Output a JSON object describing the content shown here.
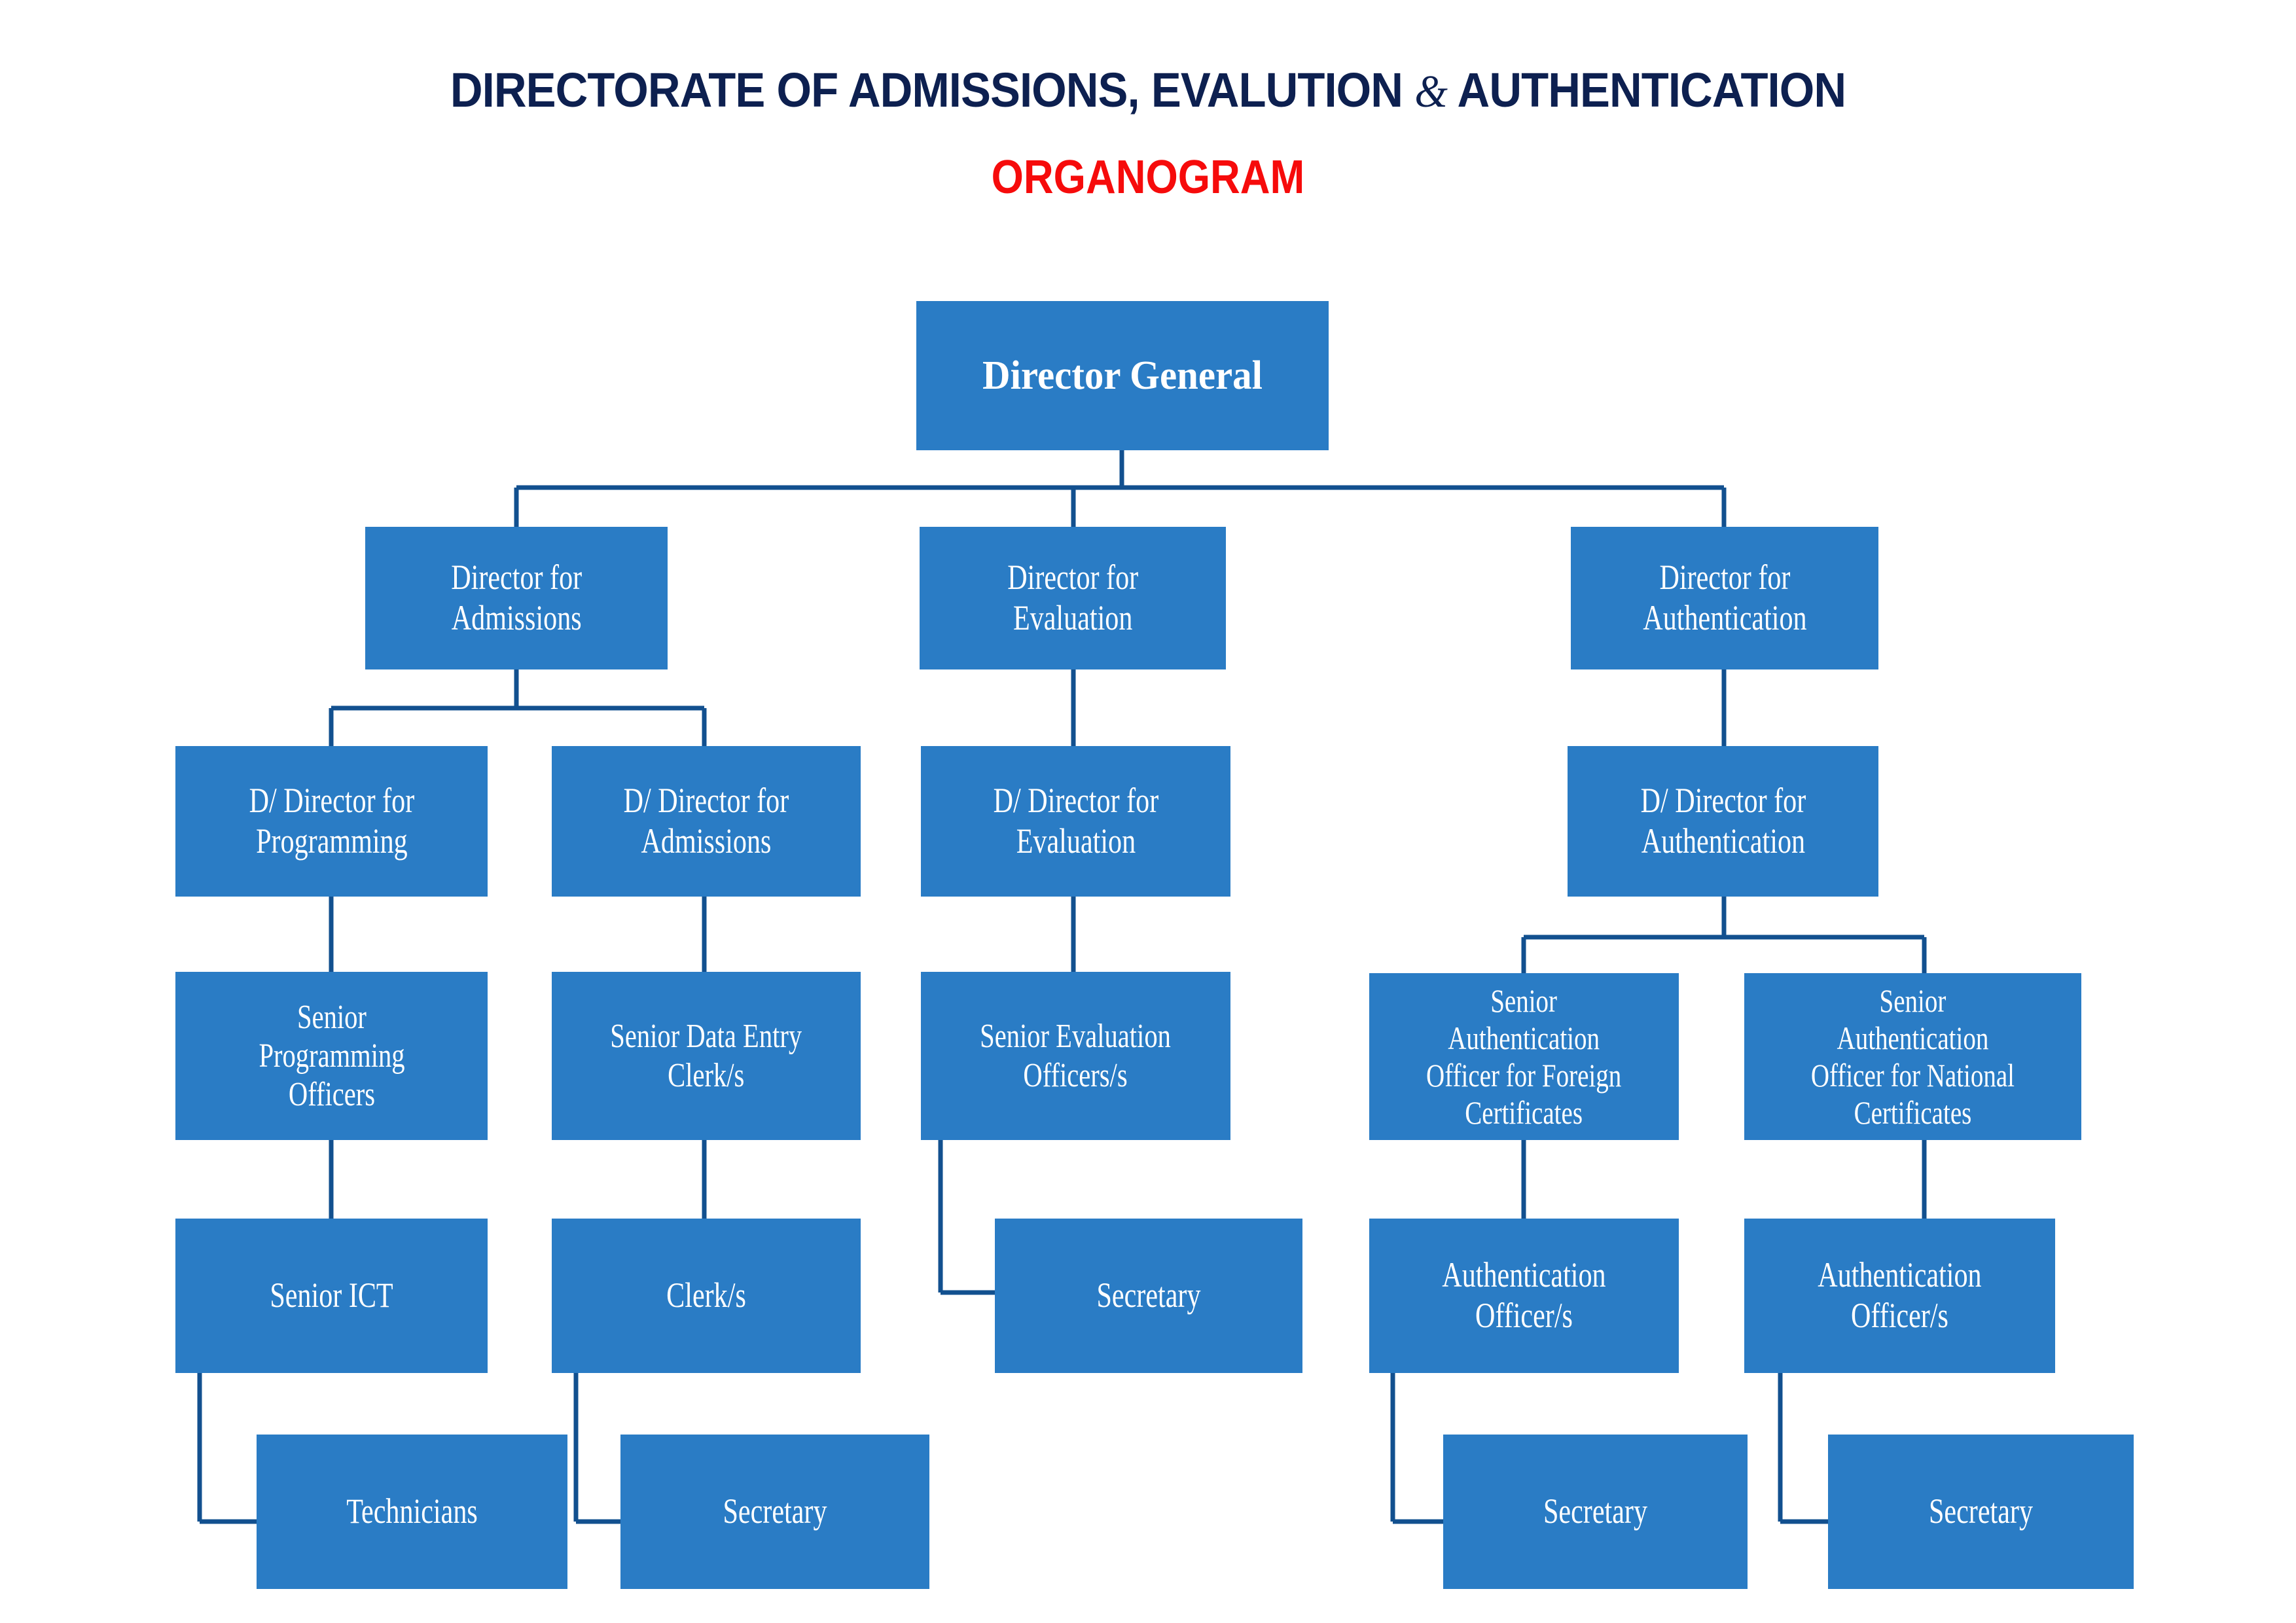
{
  "header": {
    "title_prefix": "DIRECTORATE OF ADMISSIONS, EVALUTION ",
    "title_amp": "&",
    "title_suffix": " AUTHENTICATION",
    "subtitle": "ORGANOGRAM",
    "title_color": "#0d2050",
    "subtitle_color": "#f60b0b"
  },
  "style": {
    "box_fill": "#2a7cc5",
    "box_text": "#ffffff",
    "connector": "#12508f",
    "background": "#ffffff"
  },
  "chart_data": {
    "type": "diagram",
    "title": "DIRECTORATE OF ADMISSIONS, EVALUTION & AUTHENTICATION ORGANOGRAM",
    "orientation": "top-down",
    "nodes": [
      {
        "id": "dg",
        "label": "Director General",
        "level": 1,
        "parent": null
      },
      {
        "id": "d_adm",
        "label": "Director for Admissions",
        "level": 2,
        "parent": "dg"
      },
      {
        "id": "d_eva",
        "label": "Director for Evaluation",
        "level": 2,
        "parent": "dg"
      },
      {
        "id": "d_aut",
        "label": "Director for Authentication",
        "level": 2,
        "parent": "dg"
      },
      {
        "id": "dd_prog",
        "label": "D/ Director for Programming",
        "level": 3,
        "parent": "d_adm"
      },
      {
        "id": "dd_adm",
        "label": "D/ Director for Admissions",
        "level": 3,
        "parent": "d_adm"
      },
      {
        "id": "dd_eva",
        "label": "D/ Director for Evaluation",
        "level": 3,
        "parent": "d_eva"
      },
      {
        "id": "dd_aut",
        "label": "D/ Director for Authentication",
        "level": 3,
        "parent": "d_aut"
      },
      {
        "id": "sr_prog",
        "label": "Senior Programming Officers",
        "level": 4,
        "parent": "dd_prog"
      },
      {
        "id": "sr_data",
        "label": "Senior Data Entry Clerk/s",
        "level": 4,
        "parent": "dd_adm"
      },
      {
        "id": "sr_eva",
        "label": "Senior Evaluation Officers/s",
        "level": 4,
        "parent": "dd_eva"
      },
      {
        "id": "sr_af",
        "label": "Senior Authentication Officer for Foreign Certificates",
        "level": 4,
        "parent": "dd_aut"
      },
      {
        "id": "sr_an",
        "label": "Senior Authentication Officer for National Certificates",
        "level": 4,
        "parent": "dd_aut"
      },
      {
        "id": "sr_ict",
        "label": "Senior ICT",
        "level": 5,
        "parent": "sr_prog"
      },
      {
        "id": "clerks",
        "label": "Clerk/s",
        "level": 5,
        "parent": "sr_data"
      },
      {
        "id": "sec_eva",
        "label": "Secretary",
        "level": 5,
        "parent": "sr_eva"
      },
      {
        "id": "ao_f",
        "label": "Authentication Officer/s",
        "level": 5,
        "parent": "sr_af"
      },
      {
        "id": "ao_n",
        "label": "Authentication Officer/s",
        "level": 5,
        "parent": "sr_an"
      },
      {
        "id": "tech",
        "label": "Technicians",
        "level": 6,
        "parent": "sr_ict"
      },
      {
        "id": "sec_adm",
        "label": "Secretary",
        "level": 6,
        "parent": "clerks"
      },
      {
        "id": "sec_af",
        "label": "Secretary",
        "level": 6,
        "parent": "ao_f"
      },
      {
        "id": "sec_an",
        "label": "Secretary",
        "level": 6,
        "parent": "ao_n"
      }
    ]
  },
  "nodes": {
    "dg": "Director General",
    "d_adm_1": "Director for",
    "d_adm_2": "Admissions",
    "d_eva_1": "Director for",
    "d_eva_2": "Evaluation",
    "d_aut_1": "Director for",
    "d_aut_2": "Authentication",
    "dd_prog_1": "D/ Director for",
    "dd_prog_2": "Programming",
    "dd_adm_1": "D/ Director for",
    "dd_adm_2": "Admissions",
    "dd_eva_1": "D/ Director for",
    "dd_eva_2": "Evaluation",
    "dd_aut_1": "D/ Director for",
    "dd_aut_2": "Authentication",
    "sr_prog_1": "Senior",
    "sr_prog_2": "Programming",
    "sr_prog_3": "Officers",
    "sr_data_1": "Senior Data Entry",
    "sr_data_2": "Clerk/s",
    "sr_eva_1": "Senior Evaluation",
    "sr_eva_2": "Officers/s",
    "sr_af_1": "Senior",
    "sr_af_2": "Authentication",
    "sr_af_3": "Officer for Foreign",
    "sr_af_4": "Certificates",
    "sr_an_1": "Senior",
    "sr_an_2": "Authentication",
    "sr_an_3": "Officer for National",
    "sr_an_4": "Certificates",
    "sr_ict": "Senior ICT",
    "clerks": "Clerk/s",
    "sec_eva": "Secretary",
    "ao_f_1": "Authentication",
    "ao_f_2": "Officer/s",
    "ao_n_1": "Authentication",
    "ao_n_2": "Officer/s",
    "tech": "Technicians",
    "sec_adm": "Secretary",
    "sec_af": "Secretary",
    "sec_an": "Secretary"
  }
}
